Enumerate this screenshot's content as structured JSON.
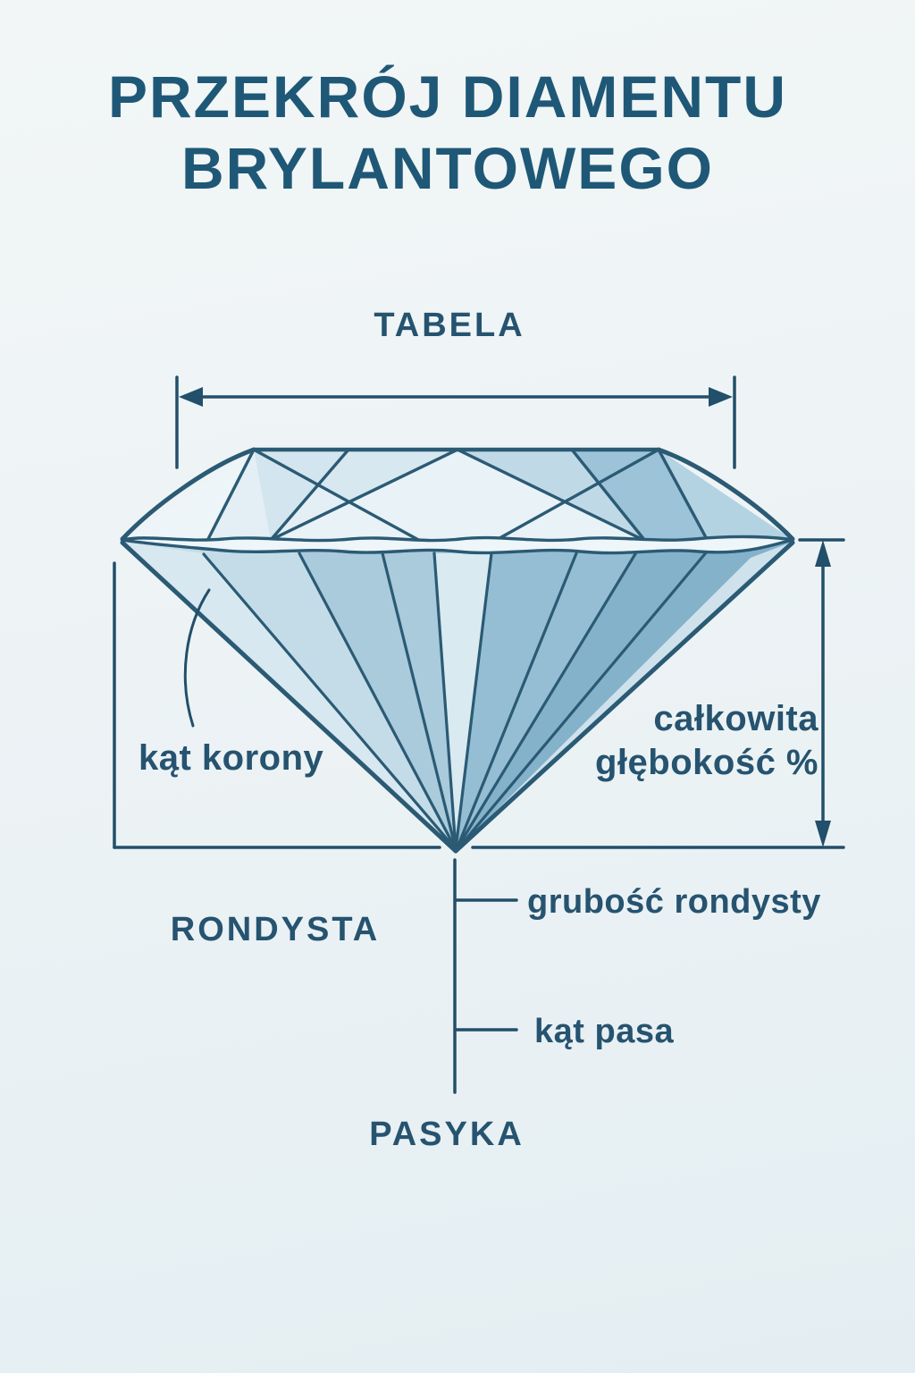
{
  "title": {
    "line1": "PRZEKRÓJ DIAMENTU",
    "line2": "BRYLANTOWEGO"
  },
  "labels": {
    "table": "TABELA",
    "crown_angle": "kąt korony",
    "total_depth_line1": "całkowita",
    "total_depth_line2": "głębokość %",
    "girdle": "RONDYSTA",
    "girdle_thickness": "grubość rondysty",
    "pavilion_angle": "kąt pasa",
    "pavilion": "PASYKA"
  },
  "colors": {
    "background_top": "#f2f6f7",
    "background_bottom": "#e4eef2",
    "title_text": "#1e5876",
    "label_text": "#26536f",
    "dimension_line": "#224f6a",
    "facet_stroke": "#2b5a74",
    "girdle_fill": "#eef6f9",
    "crown_base": "#d8e8f0",
    "crown_left": "#e3eff5",
    "crown_left_sliver": "#edf5f8",
    "crown_center": "#e9f2f7",
    "crown_mid_left": "#d3e5ee",
    "crown_mid_right": "#bfd9e6",
    "crown_right": "#9cc3d8",
    "crown_right_sliver": "#b4d3e2",
    "pavilion_base": "#a9cbdc",
    "pavilion_left": "#c3dce8",
    "pavilion_left_sliver": "#d7e8f0",
    "pavilion_center": "#d9eaf1",
    "pavilion_right": "#95bed4",
    "pavilion_far_right": "#85b2cb",
    "pavilion_right_sliver": "#cfe2ec"
  }
}
